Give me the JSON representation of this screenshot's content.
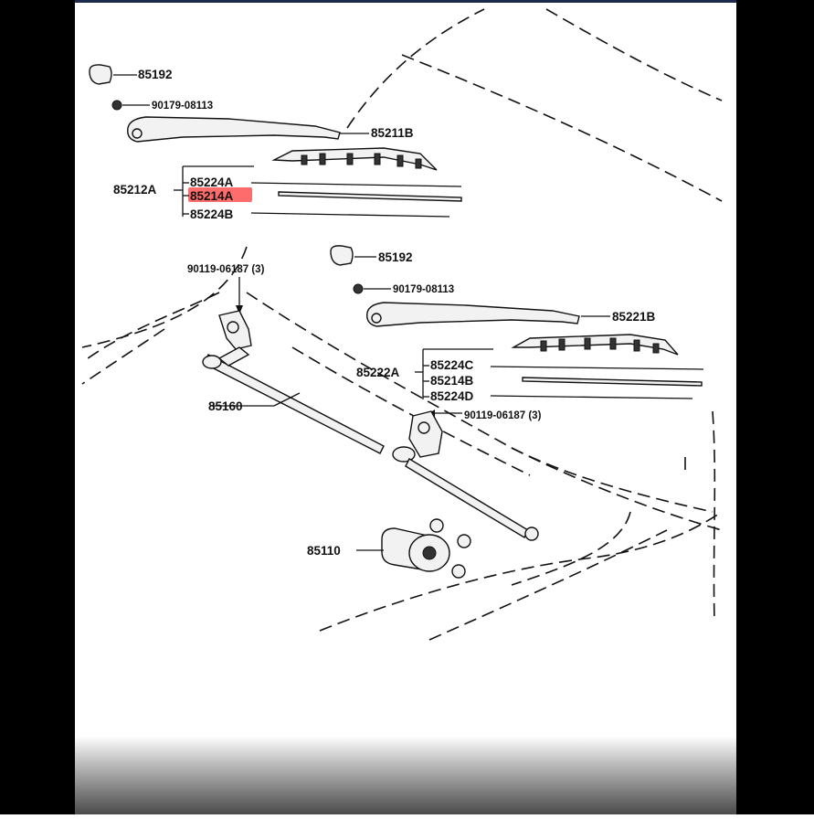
{
  "labels": {
    "cap_left": "85192",
    "nut_left": "90179-08113",
    "arm_left": "85211B",
    "blade_left": "85212A",
    "rubber_left_a": "85224A",
    "refill_left": "85214A",
    "rubber_left_b": "85224B",
    "bolt_left": "90119-06187 (3)",
    "cap_right": "85192",
    "nut_right": "90179-08113",
    "arm_right": "85221B",
    "blade_right": "85222A",
    "rubber_right_c": "85224C",
    "refill_right": "85214B",
    "rubber_right_d": "85224D",
    "bolt_right": "90119-06187 (3)",
    "linkage": "85160",
    "motor": "85110"
  },
  "colors": {
    "highlight": "#ff3b3b",
    "ink": "#111111",
    "side_bar": "#000000",
    "bottom_fade": "#5a5a5a"
  }
}
